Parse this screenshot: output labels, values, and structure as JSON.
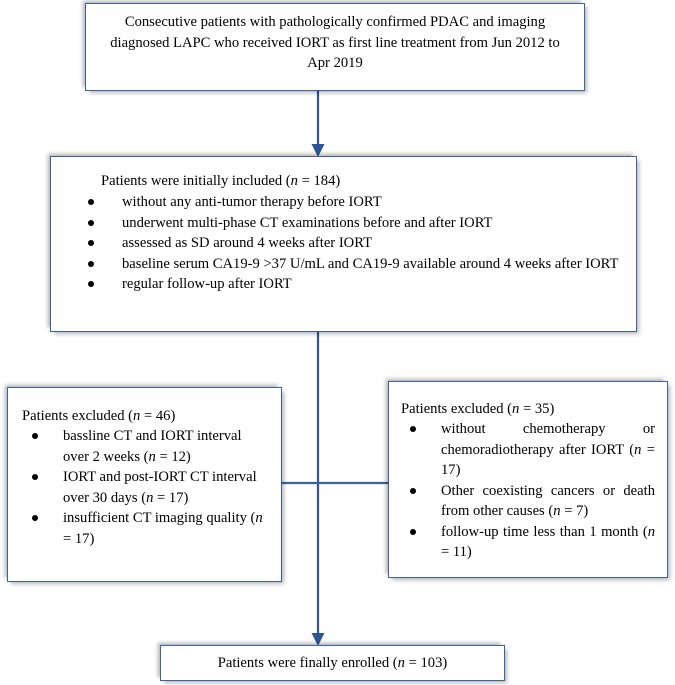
{
  "figure": {
    "type": "flowchart",
    "title": "Patient selection flow diagram",
    "accent_color": "#3D62A0",
    "box_border_color": "#3D62A0",
    "arrow_color": "#2E5596",
    "background": "#FFFFFF"
  },
  "nodes": {
    "top": {
      "text": "Consecutive patients with pathologically confirmed PDAC and imaging diagnosed LAPC who received IORT as first line treatment from Jun 2012 to Apr 2019"
    },
    "included": {
      "lead_prefix": "Patients were initially included (",
      "lead_italic": "n",
      "lead_suffix": " = 184)",
      "bullets": [
        "without any anti-tumor therapy before IORT",
        "underwent multi-phase CT examinations before and after IORT",
        "assessed as SD around 4 weeks after IORT",
        "baseline serum CA19-9 >37 U/mL and CA19-9 available around 4 weeks after IORT",
        "regular follow-up after IORT"
      ]
    },
    "excluded_left": {
      "lead_prefix": "Patients excluded (",
      "lead_italic": "n",
      "lead_suffix": " = 46)",
      "bullets": [
        {
          "pre": "bassline CT and IORT interval over 2 weeks (",
          "ital": "n",
          "post": " = 12)"
        },
        {
          "pre": "IORT and post-IORT CT interval over 30 days (",
          "ital": "n",
          "post": " = 17)"
        },
        {
          "pre": "insufficient CT imaging quality (",
          "ital": "n",
          "post": " = 17)"
        }
      ]
    },
    "excluded_right": {
      "lead_prefix": "Patients excluded (",
      "lead_italic": "n",
      "lead_suffix": " = 35)",
      "bullets": [
        {
          "pre": "without chemotherapy or chemoradiotherapy after IORT (",
          "ital": "n",
          "post": " = 17)"
        },
        {
          "pre": "Other coexisting cancers or death from other causes (",
          "ital": "n",
          "post": " = 7)"
        },
        {
          "pre": "follow-up time less than 1 month (",
          "ital": "n",
          "post": " = 11)"
        }
      ]
    },
    "bottom": {
      "prefix": "Patients were finally enrolled (",
      "italic": "n",
      "suffix": " = 103)"
    }
  },
  "connectors": [
    {
      "name": "top-to-included",
      "kind": "arrow-down"
    },
    {
      "name": "included-to-bottom",
      "kind": "arrow-down-long"
    },
    {
      "name": "branch-to-excluded",
      "kind": "horizontal"
    }
  ]
}
